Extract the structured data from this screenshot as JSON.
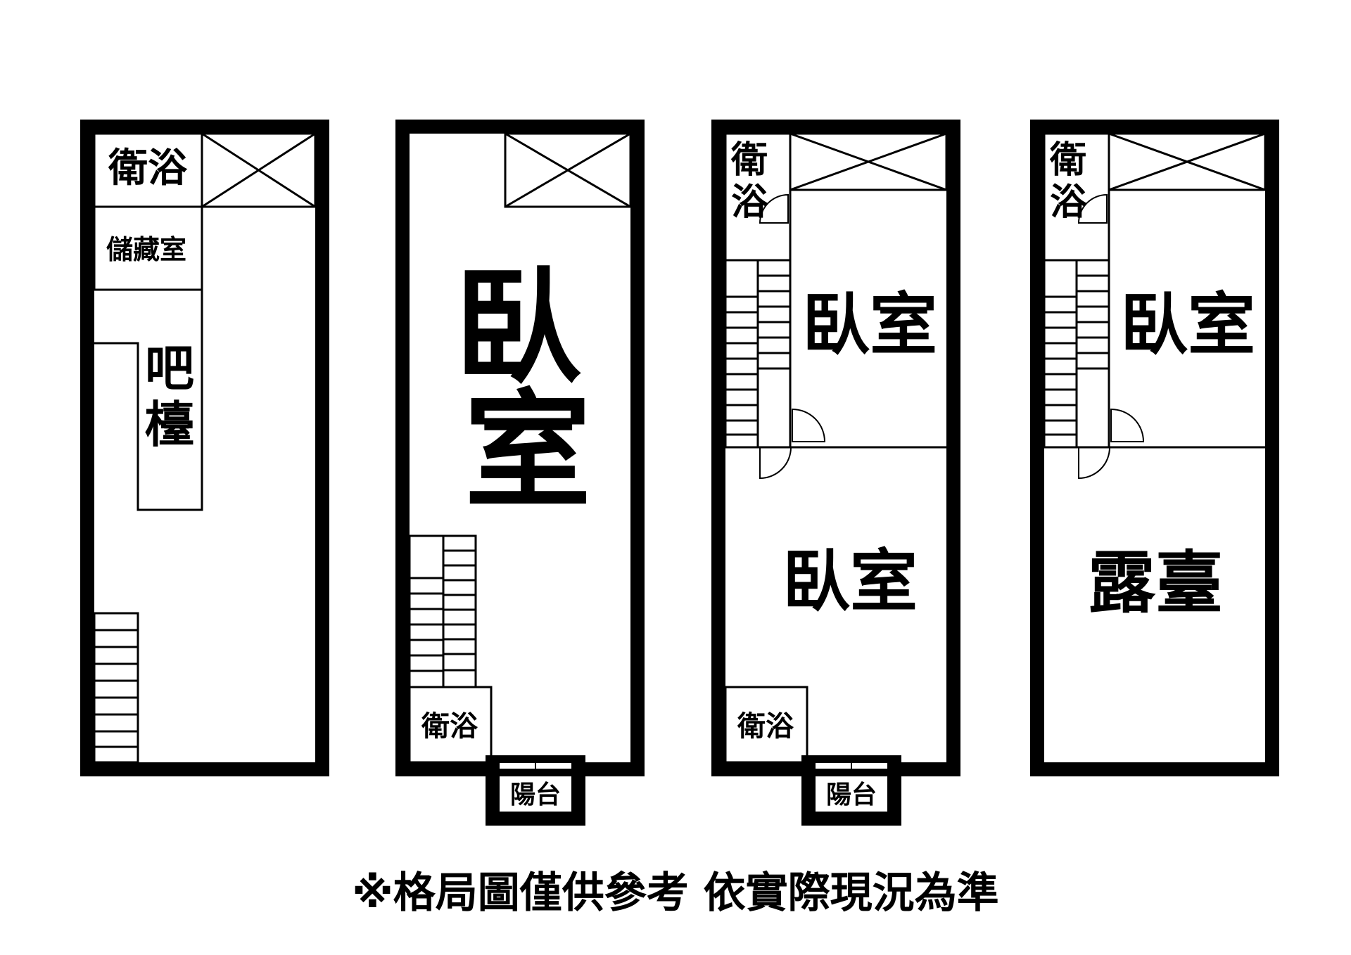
{
  "plans": [
    {
      "labels": {
        "bath": "衛浴",
        "storage": "儲藏室",
        "bar_line1": "吧",
        "bar_line2": "檯"
      }
    },
    {
      "labels": {
        "bedroom_line1": "臥",
        "bedroom_line2": "室",
        "bath": "衛浴",
        "balcony": "陽台"
      }
    },
    {
      "labels": {
        "bath_top_line1": "衛",
        "bath_top_line2": "浴",
        "bedroom_upper": "臥室",
        "bedroom_lower": "臥室",
        "bath_bottom": "衛浴",
        "balcony": "陽台"
      }
    },
    {
      "labels": {
        "bath_top_line1": "衛",
        "bath_top_line2": "浴",
        "bedroom": "臥室",
        "terrace": "露臺"
      }
    }
  ],
  "footer": {
    "note": "※格局圖僅供參考  依實際現況為準"
  }
}
